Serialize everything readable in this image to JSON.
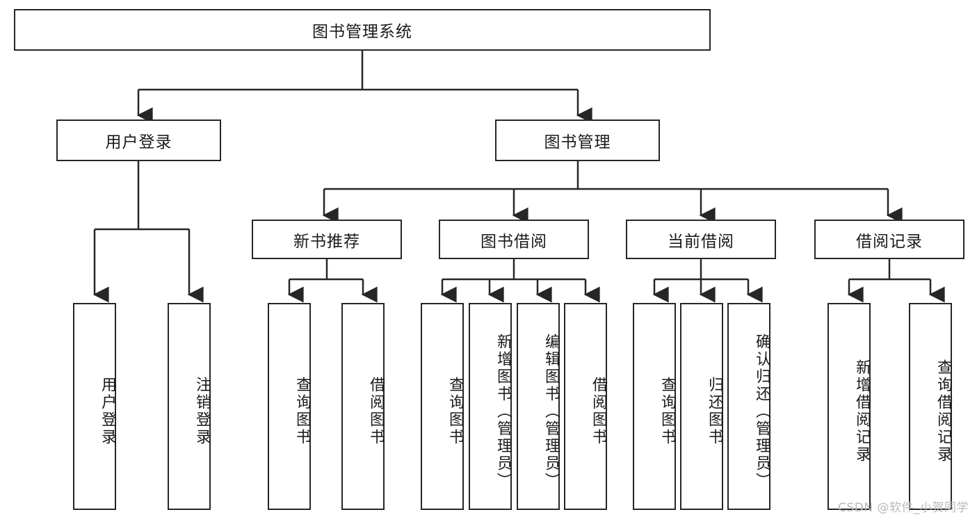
{
  "diagram": {
    "type": "tree-hierarchy",
    "title": "图书管理系统",
    "orientation": "top-down",
    "colors": {
      "box_border": "#262626",
      "box_fill": "#ffffff",
      "connector": "#262626",
      "text": "#1a1a1a",
      "watermark": "#b9b9b9"
    },
    "levels": {
      "root": "图书管理系统",
      "level2": [
        "用户登录",
        "图书管理"
      ],
      "level3": [
        "新书推荐",
        "图书借阅",
        "当前借阅",
        "借阅记录"
      ],
      "level4": [
        "用户登录",
        "注销登录",
        "查询图书",
        "借阅图书",
        "查询图书",
        "新增图书（管理员）",
        "编辑图书（管理员）",
        "借阅图书",
        "查询图书",
        "归还图书",
        "确认归还（管理员）",
        "新增借阅记录",
        "查询借阅记录"
      ]
    },
    "nodes": {
      "root": {
        "label": "图书管理系统"
      },
      "user_login": {
        "label": "用户登录"
      },
      "book_manage": {
        "label": "图书管理"
      },
      "new_book_rec": {
        "label": "新书推荐"
      },
      "book_borrow": {
        "label": "图书借阅"
      },
      "current_borrow": {
        "label": "当前借阅"
      },
      "borrow_record": {
        "label": "借阅记录"
      },
      "leaf_user_login": {
        "label": "用户登录"
      },
      "leaf_logout": {
        "label": "注销登录"
      },
      "leaf_query_book_1": {
        "label": "查询图书"
      },
      "leaf_borrow_book_1": {
        "label": "借阅图书"
      },
      "leaf_query_book_2": {
        "label": "查询图书"
      },
      "leaf_add_book": {
        "label": "新增图书（管理员）"
      },
      "leaf_edit_book": {
        "label": "编辑图书（管理员）"
      },
      "leaf_borrow_book_2": {
        "label": "借阅图书"
      },
      "leaf_query_book_3": {
        "label": "查询图书"
      },
      "leaf_return_book": {
        "label": "归还图书"
      },
      "leaf_confirm_return": {
        "label": "确认归还（管理员）"
      },
      "leaf_add_record": {
        "label": "新增借阅记录"
      },
      "leaf_query_record": {
        "label": "查询借阅记录"
      }
    },
    "edges": [
      {
        "from": "root",
        "to": "user_login"
      },
      {
        "from": "root",
        "to": "book_manage"
      },
      {
        "from": "user_login",
        "to": "leaf_user_login"
      },
      {
        "from": "user_login",
        "to": "leaf_logout"
      },
      {
        "from": "book_manage",
        "to": "new_book_rec"
      },
      {
        "from": "book_manage",
        "to": "book_borrow"
      },
      {
        "from": "book_manage",
        "to": "current_borrow"
      },
      {
        "from": "book_manage",
        "to": "borrow_record"
      },
      {
        "from": "new_book_rec",
        "to": "leaf_query_book_1"
      },
      {
        "from": "new_book_rec",
        "to": "leaf_borrow_book_1"
      },
      {
        "from": "book_borrow",
        "to": "leaf_query_book_2"
      },
      {
        "from": "book_borrow",
        "to": "leaf_add_book"
      },
      {
        "from": "book_borrow",
        "to": "leaf_edit_book"
      },
      {
        "from": "book_borrow",
        "to": "leaf_borrow_book_2"
      },
      {
        "from": "current_borrow",
        "to": "leaf_query_book_3"
      },
      {
        "from": "current_borrow",
        "to": "leaf_return_book"
      },
      {
        "from": "current_borrow",
        "to": "leaf_confirm_return"
      },
      {
        "from": "borrow_record",
        "to": "leaf_add_record"
      },
      {
        "from": "borrow_record",
        "to": "leaf_query_record"
      }
    ]
  },
  "watermark": {
    "text": "CSDN @软件_小贺同学"
  }
}
